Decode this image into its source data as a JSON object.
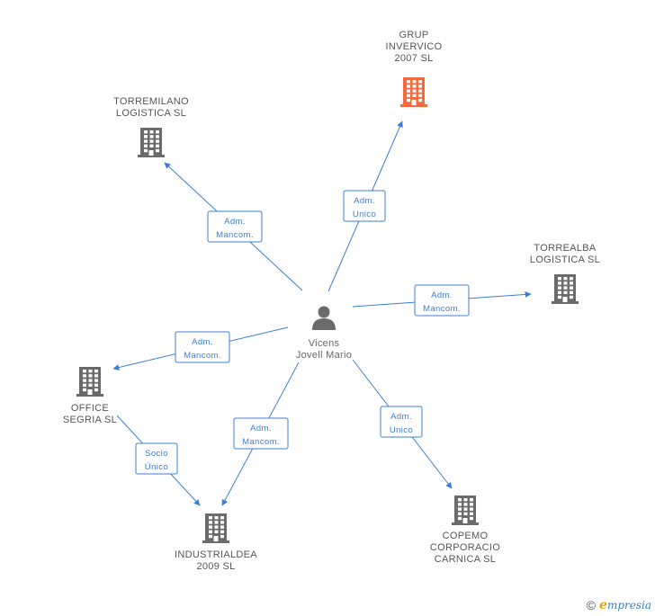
{
  "diagram": {
    "center": {
      "id": "vicens",
      "lines": [
        "Vicens",
        "Jovell Mario"
      ],
      "type": "person"
    },
    "nodes": [
      {
        "id": "grup",
        "lines": [
          "GRUP",
          "INVERVICO",
          "2007 SL"
        ],
        "type": "company",
        "highlight": true
      },
      {
        "id": "torremilano",
        "lines": [
          "TORREMILANO",
          "LOGISTICA SL"
        ],
        "type": "company"
      },
      {
        "id": "torrealba",
        "lines": [
          "TORREALBA",
          "LOGISTICA SL"
        ],
        "type": "company"
      },
      {
        "id": "office",
        "lines": [
          "OFFICE",
          "SEGRIA SL"
        ],
        "type": "company"
      },
      {
        "id": "industrialdea",
        "lines": [
          "INDUSTRIALDEA",
          "2009 SL"
        ],
        "type": "company"
      },
      {
        "id": "copemo",
        "lines": [
          "COPEMO",
          "CORPORACIO",
          "CARNICA SL"
        ],
        "type": "company"
      }
    ],
    "edges": [
      {
        "from": "vicens",
        "to": "grup",
        "lines": [
          "Adm.",
          "Unico"
        ]
      },
      {
        "from": "vicens",
        "to": "torremilano",
        "lines": [
          "Adm.",
          "Mancom."
        ]
      },
      {
        "from": "vicens",
        "to": "torrealba",
        "lines": [
          "Adm.",
          "Mancom."
        ]
      },
      {
        "from": "vicens",
        "to": "office",
        "lines": [
          "Adm.",
          "Mancom."
        ]
      },
      {
        "from": "vicens",
        "to": "industrialdea",
        "lines": [
          "Adm.",
          "Mancom."
        ]
      },
      {
        "from": "vicens",
        "to": "copemo",
        "lines": [
          "Adm.",
          "Unico"
        ]
      },
      {
        "from": "office",
        "to": "industrialdea",
        "lines": [
          "Socio",
          "Único"
        ]
      }
    ]
  },
  "colors": {
    "edge": "#3b7fd4",
    "company_icon": "#6b6b6b",
    "highlight_icon": "#f26a3d",
    "person_icon": "#6b6b6b"
  },
  "footer": {
    "copyright_symbol": "©",
    "brand_initial": "e",
    "brand_rest": "mpresia"
  }
}
